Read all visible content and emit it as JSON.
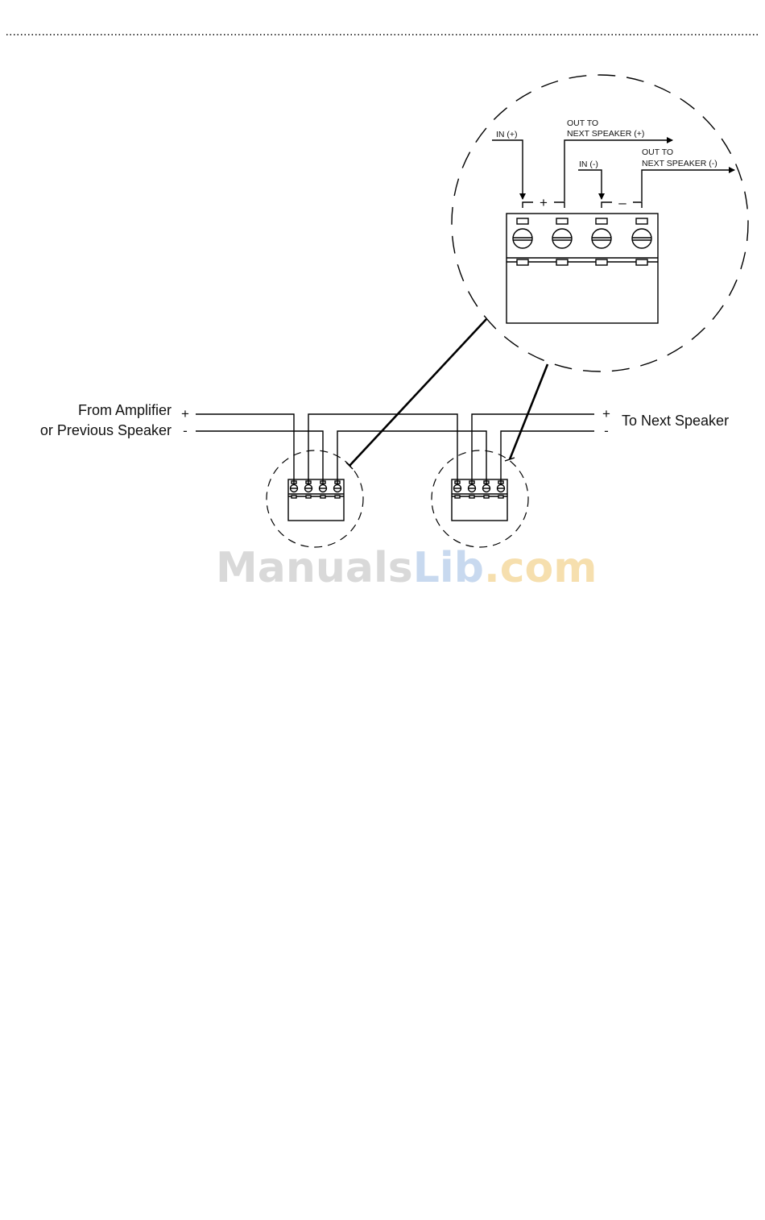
{
  "labels": {
    "from_amplifier": "From Amplifier",
    "previous_speaker": "or Previous Speaker",
    "to_next_speaker": "To Next Speaker",
    "plus": "+",
    "minus": "-",
    "in_plus": "IN (+)",
    "in_minus": "IN (-)",
    "out_to": "OUT TO",
    "next_speaker_plus": "NEXT SPEAKER (+)",
    "next_speaker_minus": "NEXT SPEAKER (-)",
    "terminal_plus": "+",
    "terminal_minus": "–"
  },
  "watermark": {
    "part1": "Manuals",
    "part2": "Lib",
    "part3": ".com",
    "color1": "#d9d9d9",
    "color2": "#c8d9ef",
    "color3": "#f6dfae"
  }
}
